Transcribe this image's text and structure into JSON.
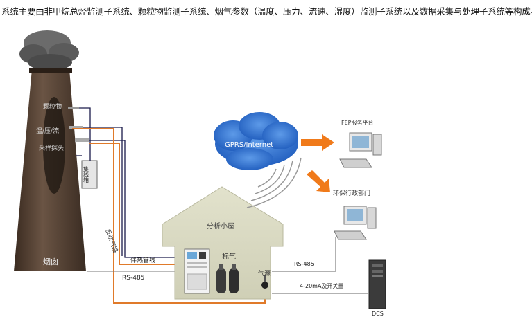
{
  "caption": "系统主要由非甲烷总烃监测子系统、颗粒物监测子系统、烟气参数（温度、压力、流速、湿度）监测子系统以及数据采集与处理子系统等构成。",
  "labels": {
    "chimney": "烟囱",
    "particulate": "颗粒物",
    "temp_pressure_flow": "温/压/流",
    "sampling_probe": "采样探头",
    "junction_box": "集线箱",
    "blowback_gas": "反吹气路",
    "heated_line": "伴热管线",
    "rs485_left": "RS-485",
    "analysis_house": "分析小屋",
    "standard_gas": "标气",
    "gas_source": "气源",
    "rs485_right": "RS-485",
    "analog_output": "4-20mA及开关量",
    "cloud": "GPRS/Internet",
    "fep_server": "FEP服务平台",
    "env_department": "环保行政部门",
    "dcs": "DCS"
  },
  "colors": {
    "chimney": "#4a3a2c",
    "smoke": "#555555",
    "house_roof": "#dcdcc4",
    "house_body": "#d6d6bd",
    "cloud": "#2f6fcf",
    "arrow": "#f07a1a",
    "orange_line": "#e07a2a",
    "navy_line": "#1a1a4a"
  }
}
